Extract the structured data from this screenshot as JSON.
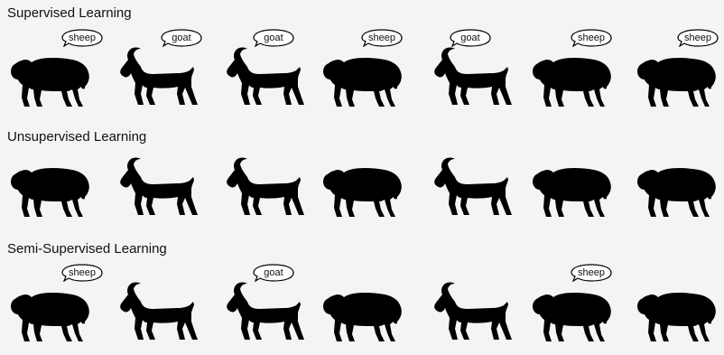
{
  "sections": [
    {
      "title": "Supervised Learning",
      "animals": [
        {
          "kind": "sheep",
          "label": "sheep"
        },
        {
          "kind": "goat",
          "label": "goat"
        },
        {
          "kind": "goat",
          "label": "goat"
        },
        {
          "kind": "sheep",
          "label": "sheep"
        },
        {
          "kind": "goat",
          "label": "goat"
        },
        {
          "kind": "sheep",
          "label": "sheep"
        },
        {
          "kind": "sheep",
          "label": "sheep"
        }
      ]
    },
    {
      "title": "Unsupervised Learning",
      "animals": [
        {
          "kind": "sheep",
          "label": ""
        },
        {
          "kind": "goat",
          "label": ""
        },
        {
          "kind": "goat",
          "label": ""
        },
        {
          "kind": "sheep",
          "label": ""
        },
        {
          "kind": "goat",
          "label": ""
        },
        {
          "kind": "sheep",
          "label": ""
        },
        {
          "kind": "sheep",
          "label": ""
        }
      ]
    },
    {
      "title": "Semi-Supervised Learning",
      "animals": [
        {
          "kind": "sheep",
          "label": "sheep"
        },
        {
          "kind": "goat",
          "label": ""
        },
        {
          "kind": "goat",
          "label": "goat"
        },
        {
          "kind": "sheep",
          "label": ""
        },
        {
          "kind": "goat",
          "label": ""
        },
        {
          "kind": "sheep",
          "label": "sheep"
        },
        {
          "kind": "sheep",
          "label": ""
        }
      ]
    }
  ],
  "colors": {
    "background": "#f4f4f4",
    "silhouette": "#000000",
    "bubble_fill": "#ffffff",
    "bubble_stroke": "#000000"
  },
  "icons": {
    "sheep": "sheep-silhouette-icon",
    "goat": "goat-silhouette-icon",
    "label": "speech-bubble-icon"
  }
}
